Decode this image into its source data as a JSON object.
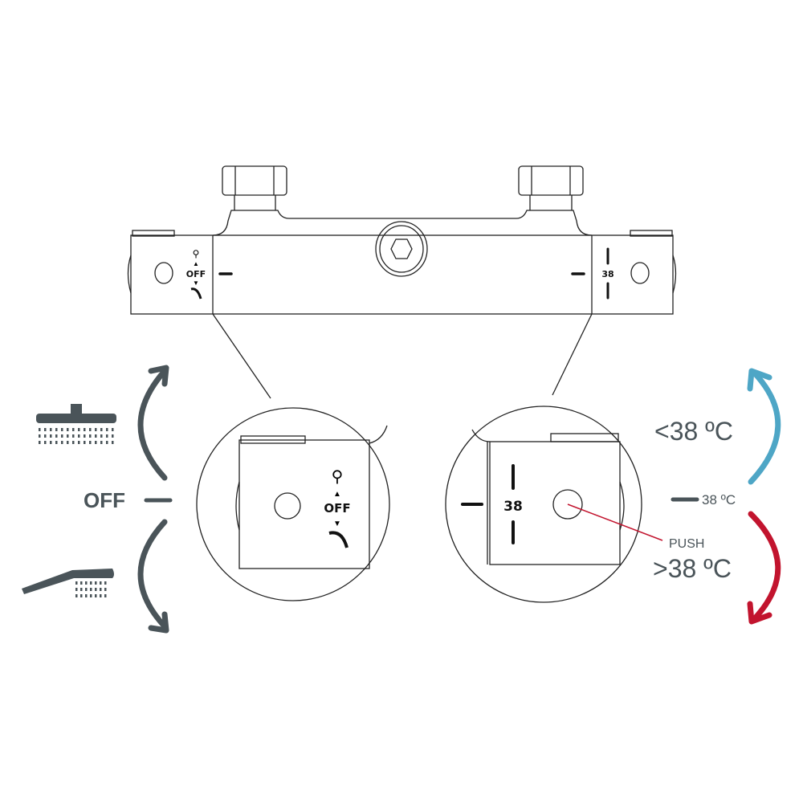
{
  "labels": {
    "off": "OFF",
    "cooler": "<38 ºC",
    "default_temp": "38 ºC",
    "warmer": ">38 ºC",
    "push": "PUSH"
  },
  "valve_markings": {
    "off": "OFF",
    "temp": "38"
  },
  "icons": [
    "overhead-shower-icon",
    "hand-shower-icon",
    "arrow-icon"
  ],
  "colors": {
    "gray": "#4a5459",
    "blue": "#4ea6c6",
    "red": "#c2142e"
  }
}
